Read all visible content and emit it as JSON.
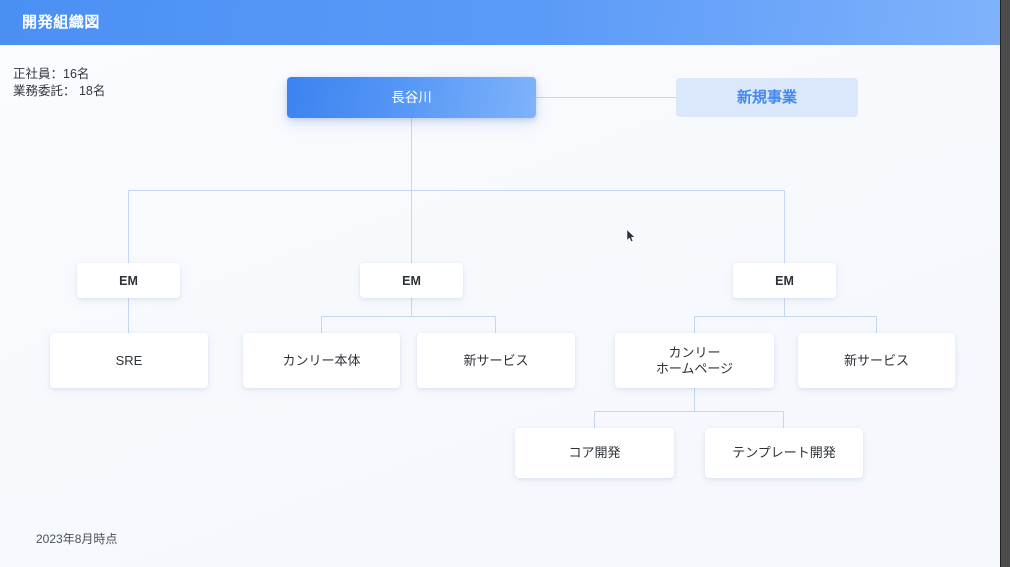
{
  "header": {
    "title": "開発組織図",
    "bg_color": "#5b9bf8"
  },
  "stats": {
    "text": "正社員：16名\n業務委託： 18名"
  },
  "footer": {
    "note": "2023年8月時点"
  },
  "chart_data": {
    "type": "org-chart",
    "title": "開発組織図",
    "as_of": "2023年8月時点",
    "headcount": [
      {
        "label": "正社員",
        "value": "16名"
      },
      {
        "label": "業務委託",
        "value": "18名"
      }
    ],
    "nodes": [
      {
        "id": "root",
        "label": "長谷川",
        "level": 0,
        "style": "root"
      },
      {
        "id": "newbiz",
        "label": "新規事業",
        "level": 0,
        "style": "soft"
      },
      {
        "id": "em1",
        "label": "EM",
        "level": 1,
        "style": "em",
        "parent": "root"
      },
      {
        "id": "em2",
        "label": "EM",
        "level": 1,
        "style": "em",
        "parent": "root"
      },
      {
        "id": "em3",
        "label": "EM",
        "level": 1,
        "style": "em",
        "parent": "root"
      },
      {
        "id": "sre",
        "label": "SRE",
        "level": 2,
        "style": "plain",
        "parent": "em1"
      },
      {
        "id": "kanri",
        "label": "カンリー本体",
        "level": 2,
        "style": "plain",
        "parent": "em2"
      },
      {
        "id": "newsvc1",
        "label": "新サービス",
        "level": 2,
        "style": "plain",
        "parent": "em2"
      },
      {
        "id": "kanrihp",
        "label": "カンリー\nホームページ",
        "level": 2,
        "style": "plain",
        "parent": "em3"
      },
      {
        "id": "newsvc2",
        "label": "新サービス",
        "level": 2,
        "style": "plain",
        "parent": "em3"
      },
      {
        "id": "core",
        "label": "コア開発",
        "level": 3,
        "style": "plain",
        "parent": "kanrihp"
      },
      {
        "id": "tmpl",
        "label": "テンプレート開発",
        "level": 3,
        "style": "plain",
        "parent": "kanrihp"
      }
    ],
    "edges": [
      {
        "from": "root",
        "to": "newbiz",
        "kind": "dotted-sibling"
      },
      {
        "from": "root",
        "to": "em1"
      },
      {
        "from": "root",
        "to": "em2"
      },
      {
        "from": "root",
        "to": "em3"
      },
      {
        "from": "em1",
        "to": "sre"
      },
      {
        "from": "em2",
        "to": "kanri"
      },
      {
        "from": "em2",
        "to": "newsvc1"
      },
      {
        "from": "em3",
        "to": "kanrihp"
      },
      {
        "from": "em3",
        "to": "newsvc2"
      },
      {
        "from": "kanrihp",
        "to": "core"
      },
      {
        "from": "kanrihp",
        "to": "tmpl"
      }
    ],
    "line_color": "#c4d7f0"
  },
  "nodes": {
    "root": "長谷川",
    "newbiz": "新規事業",
    "em1": "EM",
    "em2": "EM",
    "em3": "EM",
    "sre": "SRE",
    "kanri": "カンリー本体",
    "newsvc1": "新サービス",
    "kanrihp": "カンリー\nホームページ",
    "newsvc2": "新サービス",
    "core": "コア開発",
    "tmpl": "テンプレート開発"
  }
}
